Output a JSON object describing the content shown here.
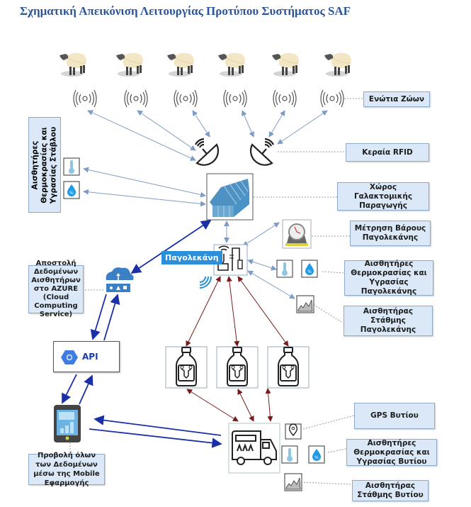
{
  "title": "Σχηματική Απεικόνιση Λειτουργίας Προτύπου Συστήματος SAF",
  "labels": {
    "animal_tags": "Ενώτια Ζώων",
    "rfid_antenna": "Κεραία RFID",
    "milk_room": "Χώρος Γαλακτομικής Παραγωγής",
    "stable_sensors": "Αισθητήρες\nΘερμοκρασίας και\nΥγρασίας Στάβλου",
    "tank_weight": "Μέτρηση Βάρους Παγολεκάνης",
    "tank_temp_humidity": "Αισθητήρες Θερμοκρασίας και Υγρασίας Παγολεκάνης",
    "tank_level": "Αισθητήρας Στάθμης Παγολεκάνης",
    "azure": "Αποστολή Δεδομένων Αισθητήρων στο AZURE (Cloud Computing Service)",
    "mobile": "Προβολή όλων των Δεδομένων μέσω της Mobile Εφαρμογής",
    "truck_gps": "GPS Βυτίου",
    "truck_temp_humidity": "Αισθητήρες Θερμοκρασίας και Υγρασίας Βυτίου",
    "truck_level": "Αισθητήρας Στάθμης Βυτίου",
    "cooling_tank": "Παγολεκάνη",
    "api": "API"
  },
  "icons": {
    "sheep": "sheep-icon",
    "rfid_tag": "rfid-signal-icon",
    "antenna": "satellite-dish-icon",
    "greenhouse": "barn-icon",
    "thermometer": "thermometer-icon",
    "humidity": "humidity-drop-icon",
    "scale": "weight-scale-icon",
    "level": "level-chart-icon",
    "cloud": "cloud-upload-icon",
    "api": "api-hexagon-icon",
    "phone": "smartphone-icon",
    "bottle": "milk-bottle-icon",
    "truck": "milk-truck-icon",
    "gps": "gps-pin-icon",
    "wireless": "wireless-icon"
  },
  "counts": {
    "sheep": 6,
    "bottles": 3
  },
  "colors": {
    "title": "#2e5597",
    "label_bg": "#dbe8f7",
    "light_arrow": "#7f9cc4",
    "dark_arrow": "#1b2fa8",
    "red_arrow": "#7a1a1a",
    "tag_bg": "#2b8fd9"
  }
}
